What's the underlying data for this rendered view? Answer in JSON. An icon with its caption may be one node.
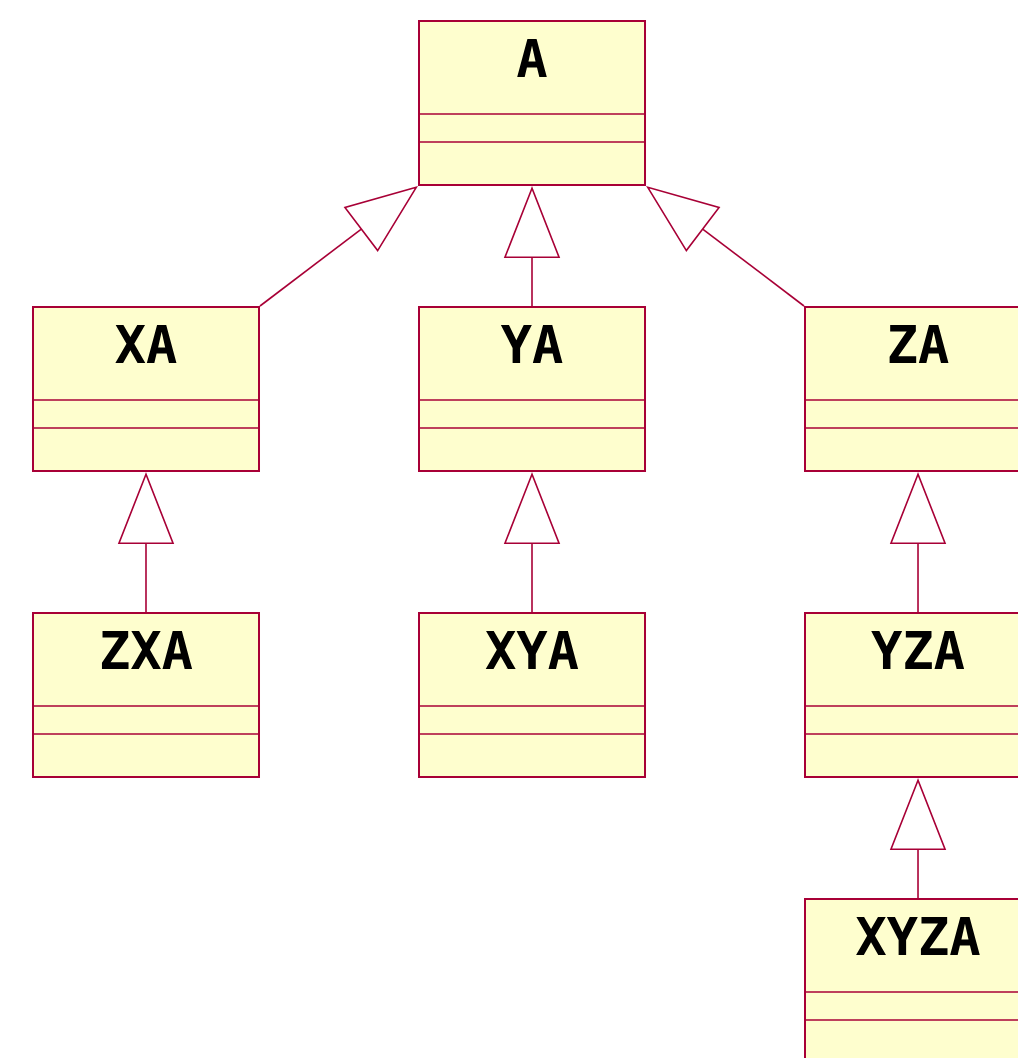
{
  "diagram": {
    "nodes": [
      {
        "text": [
          "A"
        ]
      },
      {
        "text": [
          "XA"
        ]
      },
      {
        "text": [
          "YA"
        ]
      },
      {
        "text": [
          "ZA"
        ]
      },
      {
        "text": [
          "ZXA"
        ]
      },
      {
        "text": [
          "XYA"
        ]
      },
      {
        "text": [
          "YZA"
        ]
      },
      {
        "text": [
          "XYZA"
        ]
      }
    ],
    "edges": [
      {
        "from": 1,
        "to": 0,
        "arrow": "to"
      },
      {
        "from": 2,
        "to": 0,
        "arrow": "to"
      },
      {
        "from": 3,
        "to": 0,
        "arrow": "to"
      },
      {
        "from": 4,
        "to": 1,
        "arrow": "to"
      },
      {
        "from": 5,
        "to": 2,
        "arrow": "to"
      },
      {
        "from": 6,
        "to": 3,
        "arrow": "to"
      },
      {
        "from": 7,
        "to": 6,
        "arrow": "to"
      }
    ]
  }
}
